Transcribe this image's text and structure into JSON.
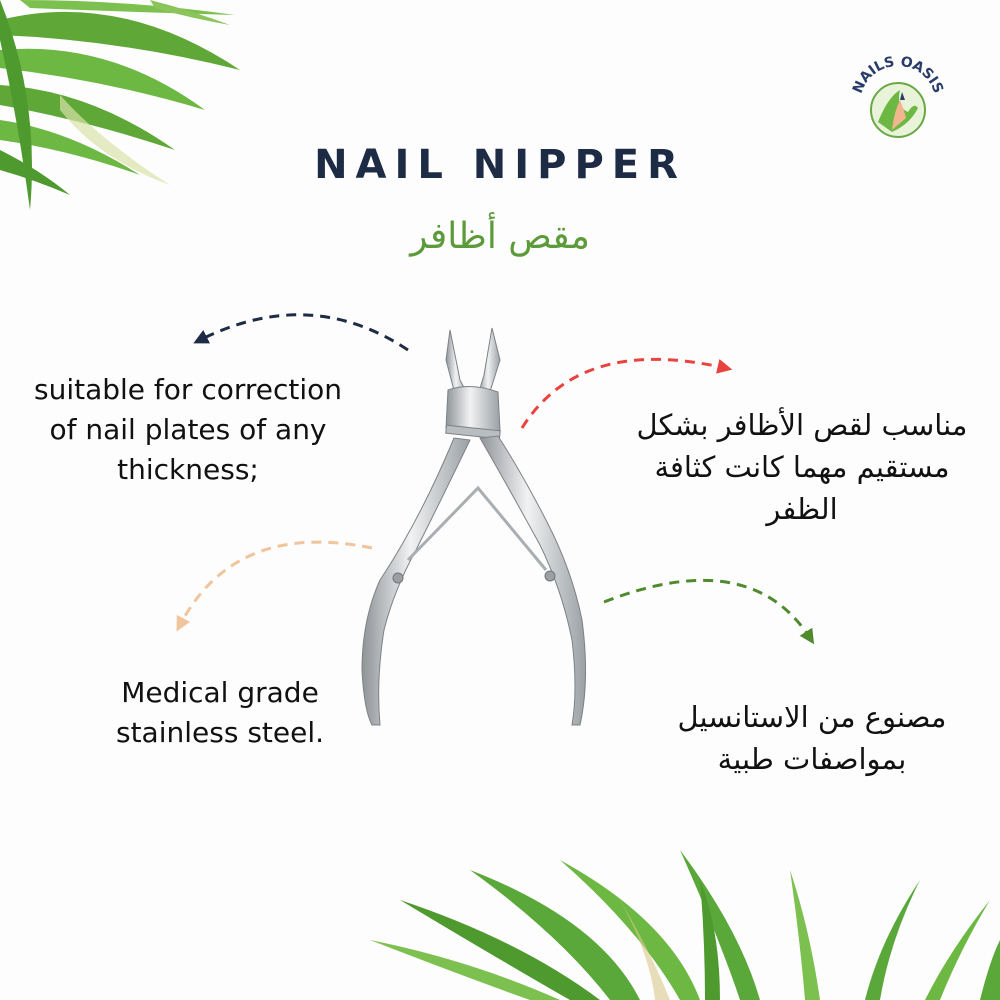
{
  "title": "NAIL NIPPER",
  "subtitle_ar": "مقص أظافر",
  "logo": {
    "text": "NAILS OASIS",
    "icon": "hand-leaf-logo-icon"
  },
  "features": {
    "top_left": [
      "suitable for correction",
      "of nail plates of any",
      "thickness;"
    ],
    "bottom_left": [
      "Medical grade",
      "stainless steel."
    ],
    "top_right_ar": [
      "مناسب لقص الأظافر بشكل",
      "مستقيم مهما كانت كثافة",
      "الظفر"
    ],
    "bottom_right_ar": [
      "مصنوع من الاستانسيل",
      "بمواصفات طبية"
    ]
  },
  "colors": {
    "title": "#1d2b45",
    "subtitle": "#5d9a3a",
    "arrow_top_left": "#1d2b45",
    "arrow_top_right": "#e8433f",
    "arrow_bottom_left": "#f0c49c",
    "arrow_bottom_right": "#4f8a2d"
  },
  "icons": {
    "product": "nail-nipper-image",
    "decor_top_left": "palm-leaves-icon",
    "decor_bottom": "palm-leaves-icon"
  }
}
